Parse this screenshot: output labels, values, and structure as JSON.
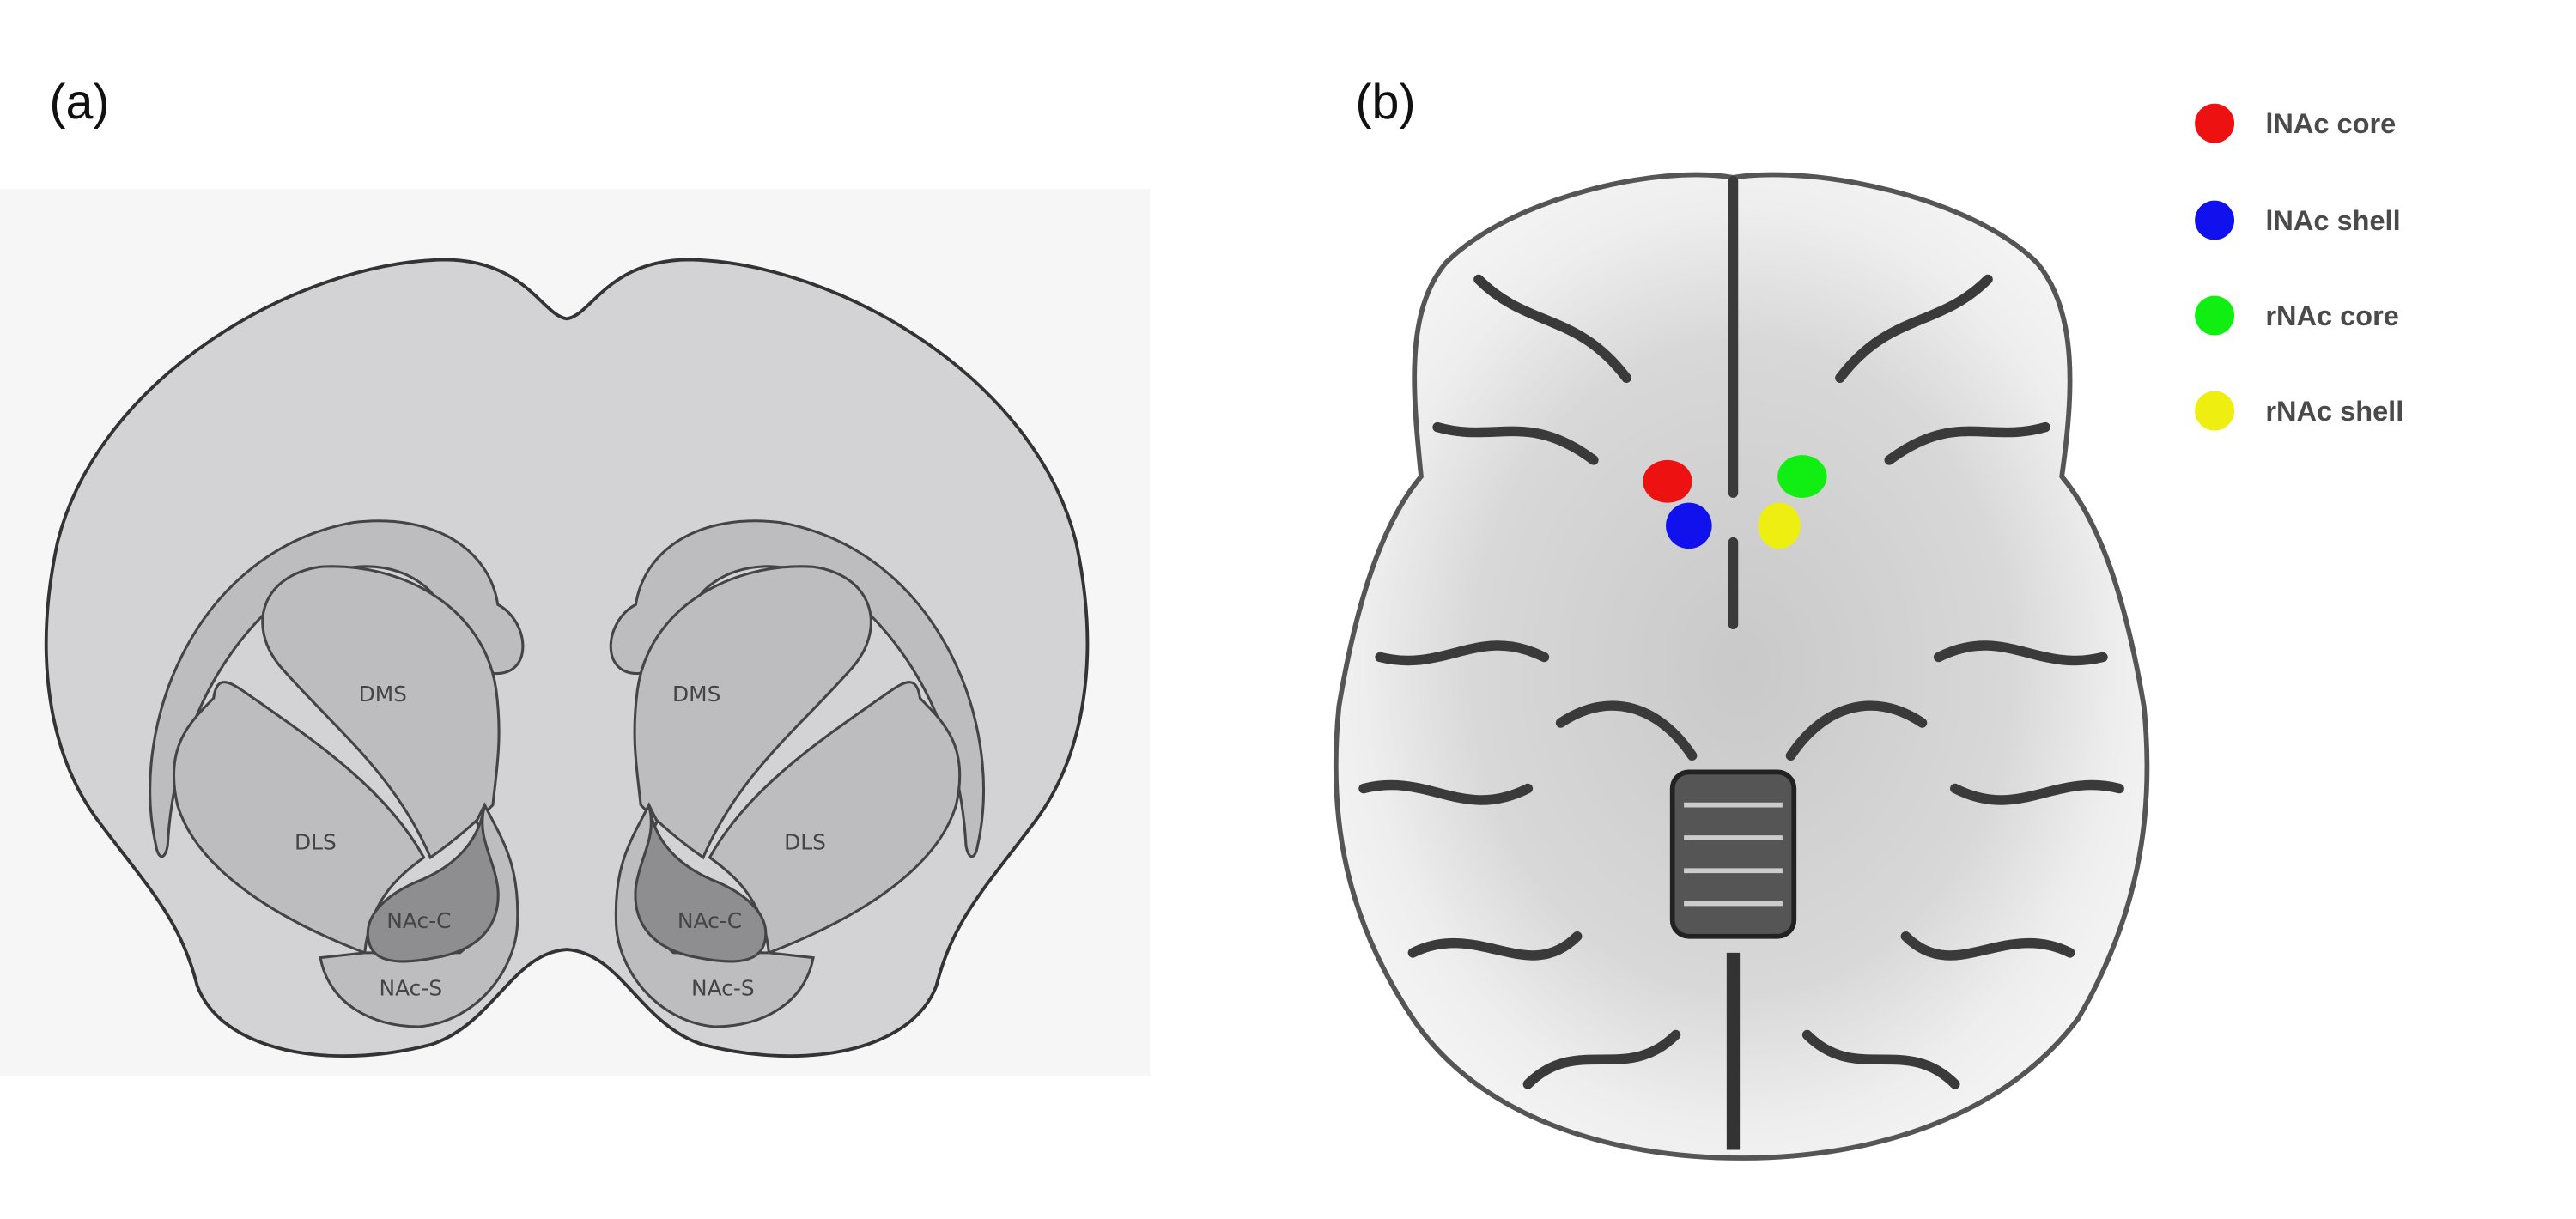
{
  "panels": {
    "a": {
      "label": "(a)",
      "regions": {
        "dms_left": "DMS",
        "dls_left": "DLS",
        "nacc_left": "NAc-C",
        "nacs_left": "NAc-S",
        "dms_right": "DMS",
        "dls_right": "DLS",
        "nacc_right": "NAc-C",
        "nacs_right": "NAc-S"
      }
    },
    "b": {
      "label": "(b)",
      "legend": [
        {
          "label": "lNAc core",
          "color": "#ee1111"
        },
        {
          "label": "lNAc shell",
          "color": "#1111ee"
        },
        {
          "label": "rNAc core",
          "color": "#11ee11"
        },
        {
          "label": "rNAc shell",
          "color": "#eeee11"
        }
      ]
    }
  }
}
